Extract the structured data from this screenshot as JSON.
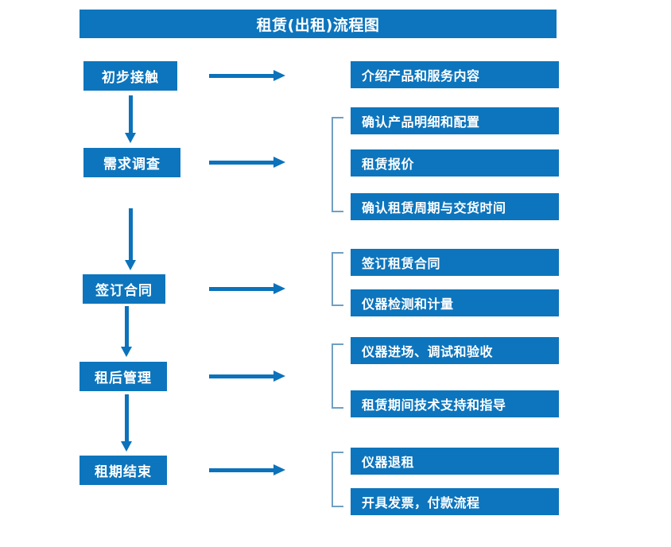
{
  "diagram": {
    "title": "租赁(出租)流程图",
    "accent_color": "#0d75bd",
    "arrow_color": "#0b72bb",
    "bracket_color": "#6f9fc4",
    "stages": [
      {
        "id": "initial-contact",
        "label": "初步接触"
      },
      {
        "id": "demand-survey",
        "label": "需求调查"
      },
      {
        "id": "sign-contract",
        "label": "签订合同"
      },
      {
        "id": "post-rent-manage",
        "label": "租后管理"
      },
      {
        "id": "rent-period-end",
        "label": "租期结束"
      }
    ],
    "tasks": [
      {
        "id": "task-1",
        "label": "介绍产品和服务内容"
      },
      {
        "id": "task-2",
        "label": "确认产品明细和配置"
      },
      {
        "id": "task-3",
        "label": "租赁报价"
      },
      {
        "id": "task-4",
        "label": "确认租赁周期与交货时间"
      },
      {
        "id": "task-5",
        "label": "签订租赁合同"
      },
      {
        "id": "task-6",
        "label": "仪器检测和计量"
      },
      {
        "id": "task-7",
        "label": "仪器进场、调试和验收"
      },
      {
        "id": "task-8",
        "label": "租赁期间技术支持和指导"
      },
      {
        "id": "task-9",
        "label": "仪器退租"
      },
      {
        "id": "task-10",
        "label": "开具发票，付款流程"
      }
    ]
  }
}
